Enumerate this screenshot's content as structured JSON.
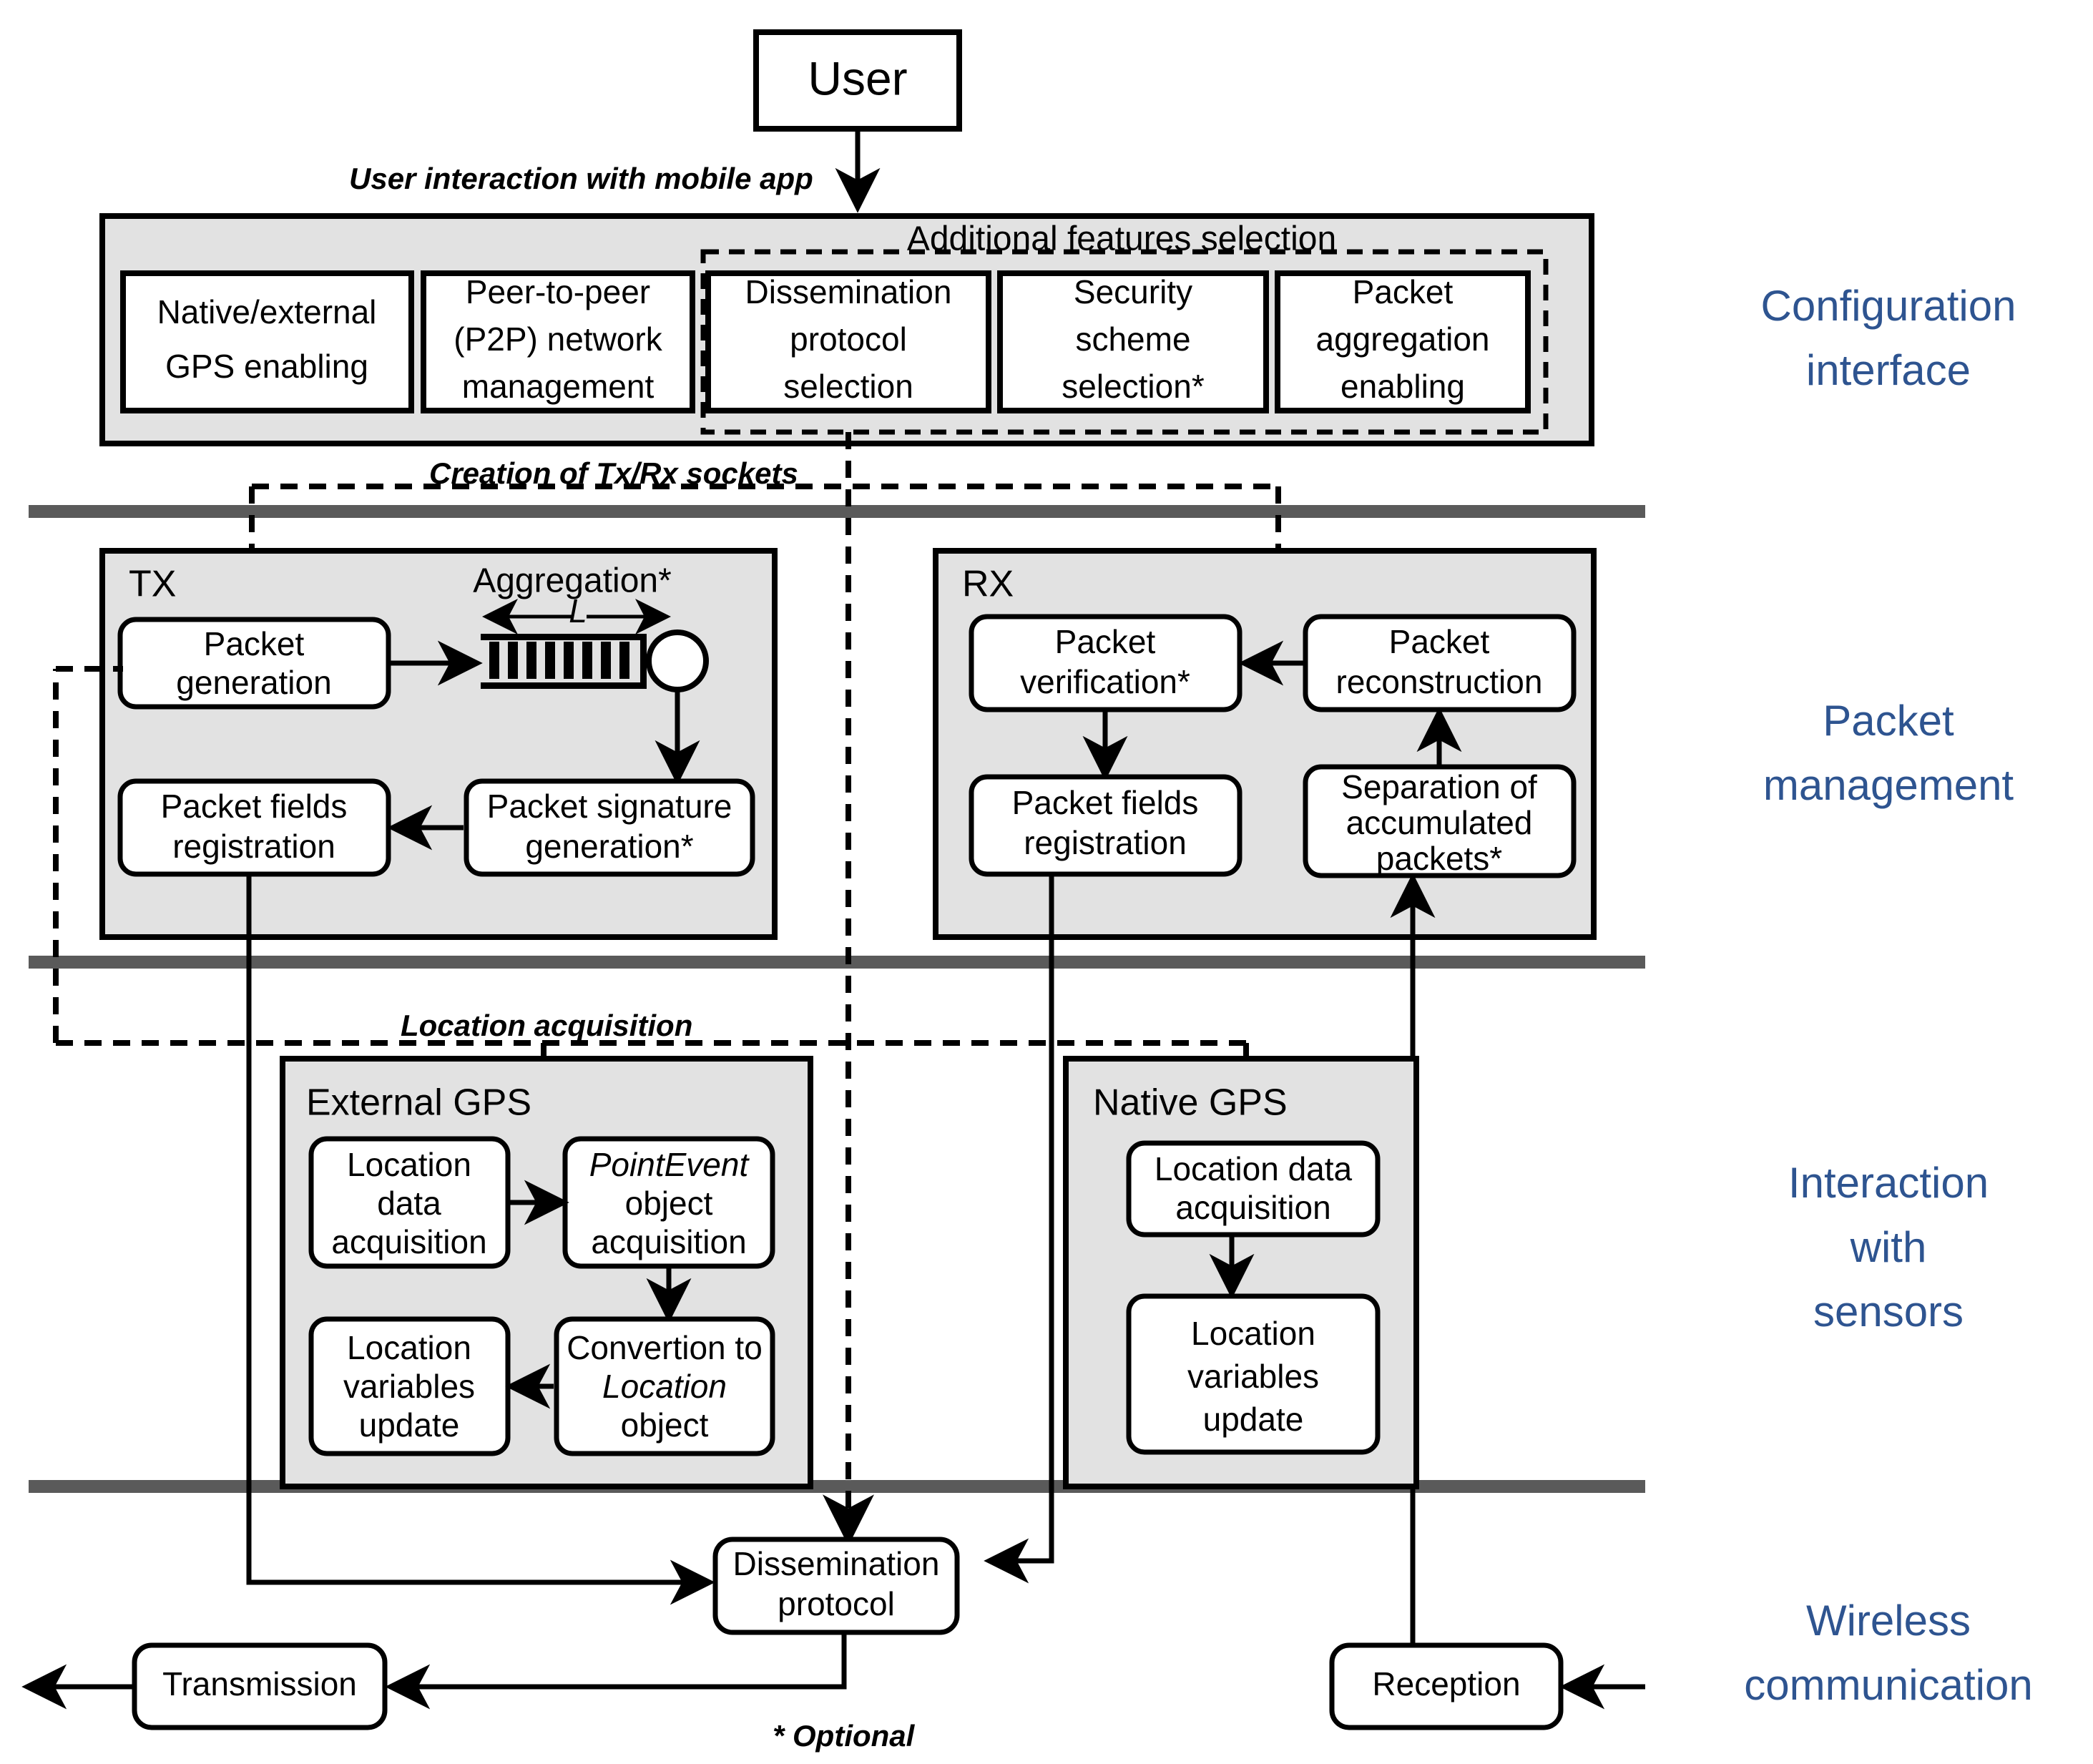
{
  "title": "Mobile app architecture block diagram",
  "colors": {
    "accent_blue": "#2E5490",
    "panel_gray": "#E2E2E2",
    "divider_gray": "#5A5A5A"
  },
  "top": {
    "user_box": "User",
    "edge_user_to_config": "User interaction with mobile app"
  },
  "configuration": {
    "panel_title": "Additional features selection",
    "boxes": [
      {
        "id": "gps-enabling",
        "label_line1": "Native/external",
        "label_line2": "GPS enabling"
      },
      {
        "id": "p2p-network",
        "label_line1": "Peer-to-peer",
        "label_line2": "(P2P) network",
        "label_line3": "management"
      },
      {
        "id": "dissemination-protocol-selection",
        "label_line1": "Dissemination",
        "label_line2": "protocol",
        "label_line3": "selection"
      },
      {
        "id": "security-scheme-selection",
        "label_line1": "Security",
        "label_line2": "scheme",
        "label_line3": "selection*"
      },
      {
        "id": "packet-aggregation-enabling",
        "label_line1": "Packet",
        "label_line2": "aggregation",
        "label_line3": "enabling"
      }
    ]
  },
  "edges": {
    "creation_sockets": "Creation of Tx/Rx sockets",
    "location_acquisition": "Location acquisition"
  },
  "packet_management": {
    "tx": {
      "title": "TX",
      "aggregation_title": "Aggregation*",
      "aggregation_length_symbol": "L",
      "boxes": [
        {
          "id": "packet-generation",
          "line1": "Packet",
          "line2": "generation"
        },
        {
          "id": "packet-signature-generation",
          "line1": "Packet signature",
          "line2": "generation*"
        },
        {
          "id": "tx-packet-fields-registration",
          "line1": "Packet fields",
          "line2": "registration"
        }
      ]
    },
    "rx": {
      "title": "RX",
      "boxes": [
        {
          "id": "packet-verification",
          "line1": "Packet",
          "line2": "verification*"
        },
        {
          "id": "packet-reconstruction",
          "line1": "Packet",
          "line2": "reconstruction"
        },
        {
          "id": "rx-packet-fields-registration",
          "line1": "Packet fields",
          "line2": "registration"
        },
        {
          "id": "separation-accumulated-packets",
          "line1": "Separation of",
          "line2": "accumulated",
          "line3": "packets*"
        }
      ]
    }
  },
  "sensors": {
    "external_gps": {
      "title": "External  GPS",
      "boxes": [
        {
          "id": "ext-location-data-acquisition",
          "line1": "Location",
          "line2": "data",
          "line3": "acquisition"
        },
        {
          "id": "pointevent-object-acquisition",
          "line1": "PointEvent",
          "line1_italic": true,
          "line2": "object",
          "line3": "acquisition"
        },
        {
          "id": "ext-location-variables-update",
          "line1": "Location",
          "line2": "variables",
          "line3": "update"
        },
        {
          "id": "convertion-to-location-object",
          "line1": "Convertion to",
          "line2": "Location",
          "line2_italic": true,
          "line3": "object"
        }
      ]
    },
    "native_gps": {
      "title": "Native GPS",
      "boxes": [
        {
          "id": "nat-location-data-acquisition",
          "line1": "Location data",
          "line2": "acquisition"
        },
        {
          "id": "nat-location-variables-update",
          "line1": "Location",
          "line2": "variables",
          "line3": "update"
        }
      ]
    }
  },
  "wireless": {
    "boxes": [
      {
        "id": "dissemination-protocol",
        "line1": "Dissemination",
        "line2": "protocol"
      },
      {
        "id": "transmission",
        "line1": "Transmission"
      },
      {
        "id": "reception",
        "line1": "Reception"
      }
    ]
  },
  "footnote": "* Optional",
  "side_labels": [
    {
      "id": "configuration-interface",
      "line1": "Configuration",
      "line2": "interface"
    },
    {
      "id": "packet-management",
      "line1": "Packet",
      "line2": "management"
    },
    {
      "id": "interaction-with-sensors",
      "line1": "Interaction",
      "line2": "with",
      "line3": "sensors"
    },
    {
      "id": "wireless-communication",
      "line1": "Wireless",
      "line2": "communication"
    }
  ]
}
